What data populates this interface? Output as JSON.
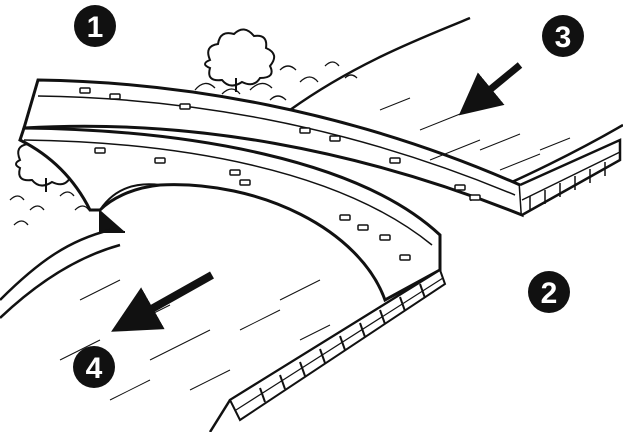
{
  "colors": {
    "ink": "#111111",
    "paper": "#ffffff",
    "badge_fill": "#111111",
    "badge_text": "#ffffff"
  },
  "markers": [
    {
      "id": "marker-1",
      "label": "1"
    },
    {
      "id": "marker-2",
      "label": "2"
    },
    {
      "id": "marker-3",
      "label": "3"
    },
    {
      "id": "marker-4",
      "label": "4"
    }
  ],
  "arrows": [
    {
      "id": "flow-arrow-upper",
      "icon": "arrow-left-down-icon"
    },
    {
      "id": "flow-arrow-lower",
      "icon": "arrow-left-down-icon"
    }
  ]
}
